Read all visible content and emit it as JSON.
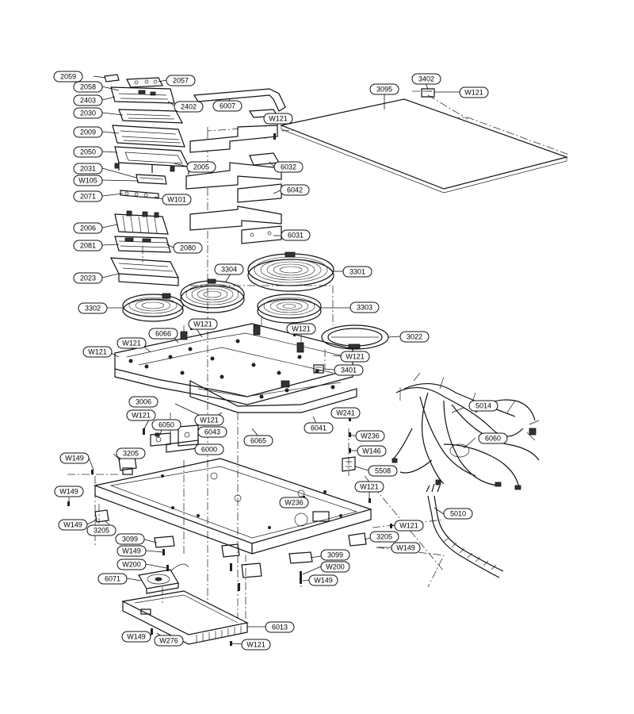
{
  "labels": {
    "2059": "2059",
    "2057": "2057",
    "2058": "2058",
    "2403": "2403",
    "2402": "2402",
    "2030": "2030",
    "2009": "2009",
    "2050": "2050",
    "2031": "2031",
    "2005": "2005",
    "2071": "2071",
    "2006": "2006",
    "2081": "2081",
    "2080": "2080",
    "2023": "2023",
    "6007": "6007",
    "6032": "6032",
    "6042": "6042",
    "6031": "6031",
    "3095": "3095",
    "3402": "3402",
    "3304": "3304",
    "3301": "3301",
    "3302": "3302",
    "3303": "3303",
    "3022": "3022",
    "3401": "3401",
    "6066": "6066",
    "3006": "3006",
    "6050": "6050",
    "6043": "6043",
    "6000": "6000",
    "6065": "6065",
    "6041": "6041",
    "5014": "5014",
    "6060": "6060",
    "3205": "3205",
    "5508": "5508",
    "3099": "3099",
    "5010": "5010",
    "6071": "6071",
    "6013": "6013",
    "W105": "W105",
    "W101": "W101",
    "W121": "W121",
    "W149": "W149",
    "W236": "W236",
    "W241": "W241",
    "W146": "W146",
    "W200": "W200",
    "W276": "W276"
  }
}
